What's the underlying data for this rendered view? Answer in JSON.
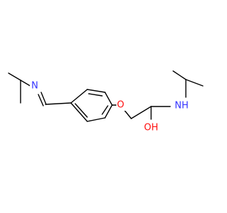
{
  "colors": {
    "bond": "#000000",
    "nitrogen": "#3333ff",
    "oxygen": "#ff0d0d",
    "background": "#ffffff"
  },
  "atoms": {
    "imine_n": "N",
    "ether_o": "O",
    "hydroxyl": "OH",
    "amine": "NH"
  }
}
